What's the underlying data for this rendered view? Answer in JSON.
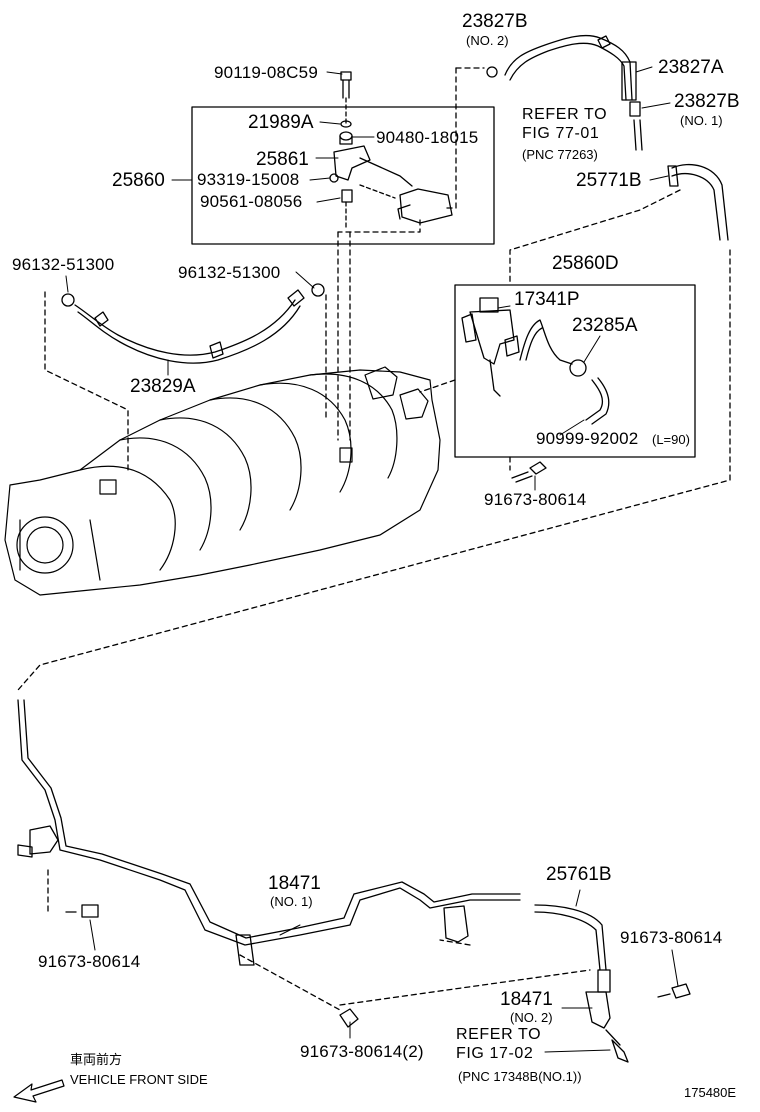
{
  "labels": {
    "p23827B_top": "23827B",
    "p23827B_top_sub": "(NO. 2)",
    "p23827A": "23827A",
    "p23827B_r": "23827B",
    "p23827B_r_sub": "(NO. 1)",
    "p90119": "90119-08C59",
    "p21989A": "21989A",
    "p90480": "90480-18015",
    "p25861": "25861",
    "p25860": "25860",
    "p93319": "93319-15008",
    "p90561": "90561-08056",
    "ref1_l1": "REFER TO",
    "ref1_l2": "FIG 77-01",
    "ref1_l3": "(PNC 77263)",
    "p25771B": "25771B",
    "p96132_l": "96132-51300",
    "p96132_r": "96132-51300",
    "p25860D": "25860D",
    "p17341P": "17341P",
    "p23285A": "23285A",
    "p23829A": "23829A",
    "p90999": "90999-92002",
    "p90999_note": "(L=90)",
    "p91673_a": "91673-80614",
    "p18471_1": "18471",
    "p18471_1_sub": "(NO. 1)",
    "p25761B": "25761B",
    "p91673_b": "91673-80614",
    "p91673_c": "91673-80614",
    "p18471_2": "18471",
    "p18471_2_sub": "(NO. 2)",
    "p91673_d": "91673-80614(2)",
    "ref2_l1": "REFER TO",
    "ref2_l2": "FIG 17-02",
    "ref2_l3": "(PNC 17348B(NO.1))",
    "front_jp": "車両前方",
    "front_en": "VEHICLE FRONT SIDE",
    "fig_id": "175480E"
  }
}
